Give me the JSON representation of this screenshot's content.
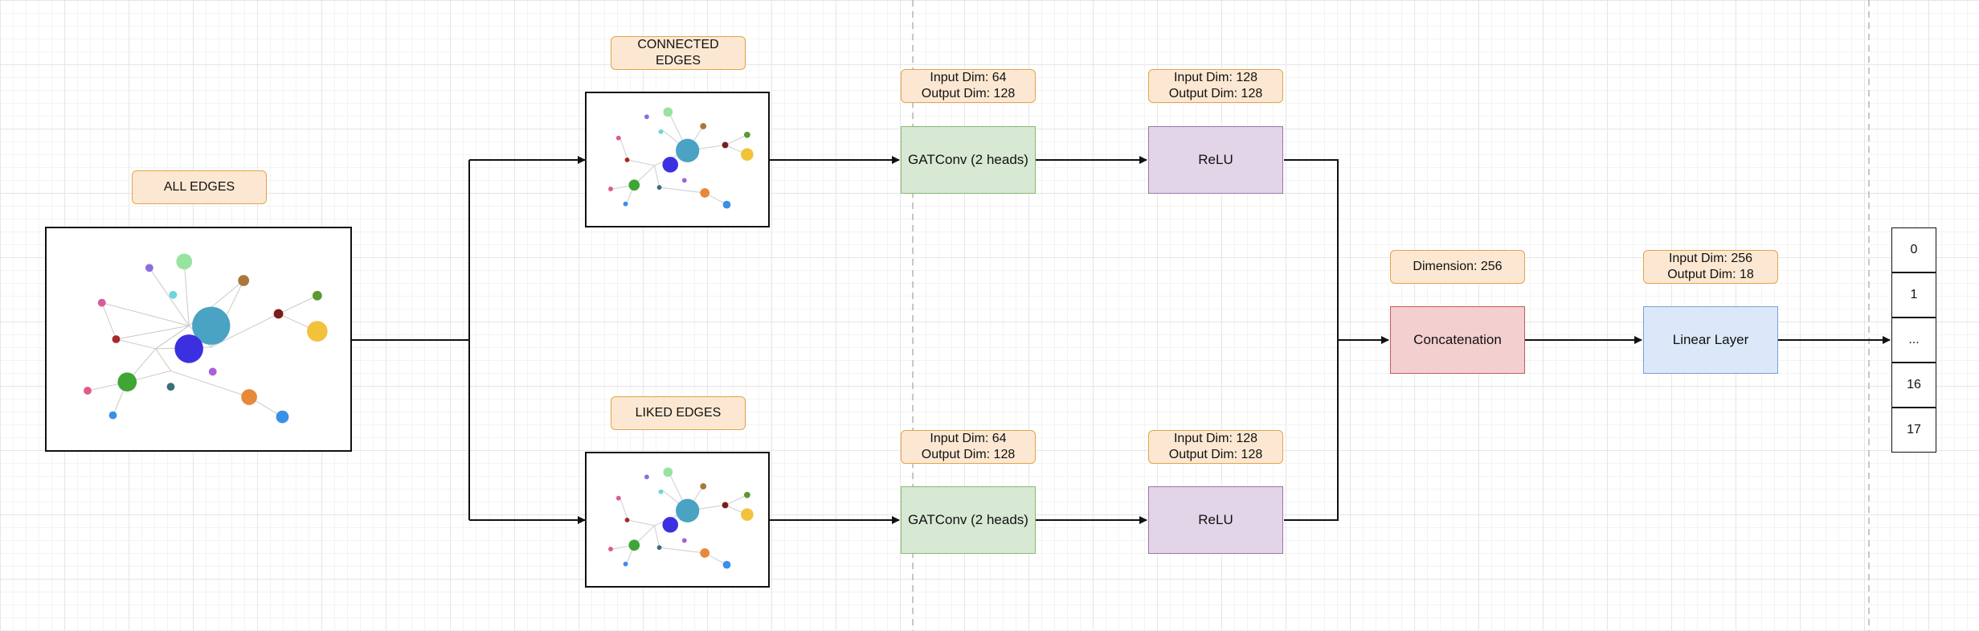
{
  "inputs": {
    "all_edges_label": "ALL EDGES",
    "connected_edges_label": "CONNECTED\nEDGES",
    "liked_edges_label": "LIKED EDGES"
  },
  "branch_top": {
    "gat_dims": "Input Dim: 64\nOutput Dim: 128",
    "gat_label": "GATConv (2 heads)",
    "relu_dims": "Input Dim: 128\nOutput Dim: 128",
    "relu_label": "ReLU"
  },
  "branch_bottom": {
    "gat_dims": "Input Dim: 64\nOutput Dim: 128",
    "gat_label": "GATConv (2 heads)",
    "relu_dims": "Input Dim: 128\nOutput Dim: 128",
    "relu_label": "ReLU"
  },
  "merge": {
    "concat_dims": "Dimension: 256",
    "concat_label": "Concatenation"
  },
  "head": {
    "linear_dims": "Input Dim: 256\nOutput Dim: 18",
    "linear_label": "Linear Layer"
  },
  "outputs": [
    "0",
    "1",
    "...",
    "16",
    "17"
  ],
  "colors": {
    "label_fill": "#fce8d2",
    "label_border": "#e2a44a",
    "gat_fill": "#d7e9d3",
    "relu_fill": "#e2d5e8",
    "concat_fill": "#f3cfcf",
    "linear_fill": "#dbe8f9",
    "graph_nodes": [
      "#4aa3c2",
      "#3b2fe0",
      "#3fa535",
      "#f2c23a",
      "#e8883a",
      "#98e3a0",
      "#6fd4e0",
      "#d85b9a",
      "#a82828",
      "#7b1c1c",
      "#5a9a2f",
      "#a9783a",
      "#8c6de0",
      "#a860d8",
      "#3a6f7a",
      "#3a8fe6",
      "#e05a8a"
    ]
  }
}
